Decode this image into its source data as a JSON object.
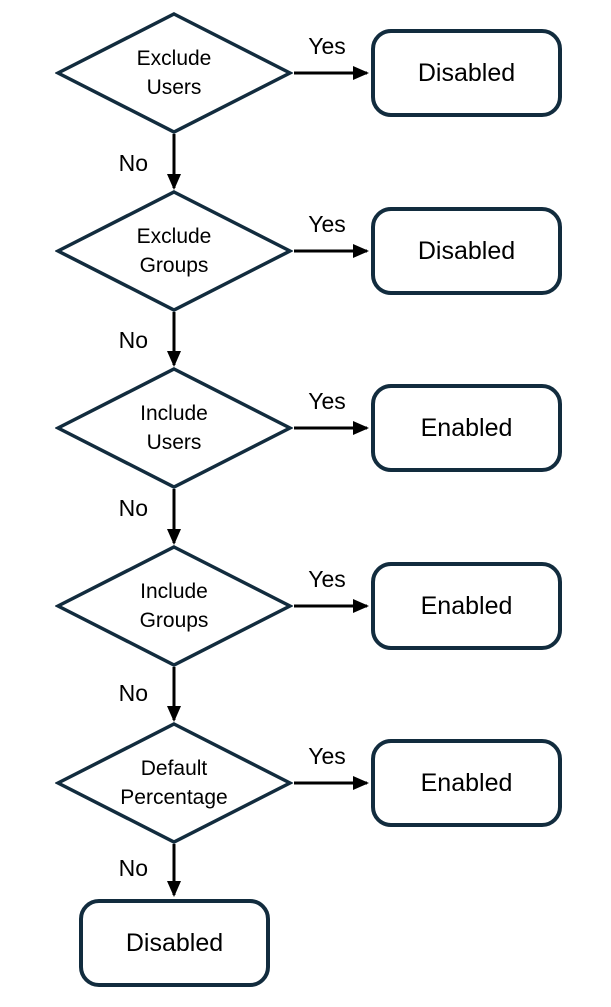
{
  "colors": {
    "shape_border": "#122c3e",
    "shape_fill": "#ffffff",
    "connector": "#000000",
    "text": "#000000"
  },
  "rows": [
    {
      "decision_line1": "Exclude",
      "decision_line2": "Users",
      "yes_label": "Yes",
      "no_label": "No",
      "result": "Disabled"
    },
    {
      "decision_line1": "Exclude",
      "decision_line2": "Groups",
      "yes_label": "Yes",
      "no_label": "No",
      "result": "Disabled"
    },
    {
      "decision_line1": "Include",
      "decision_line2": "Users",
      "yes_label": "Yes",
      "no_label": "No",
      "result": "Enabled"
    },
    {
      "decision_line1": "Include",
      "decision_line2": "Groups",
      "yes_label": "Yes",
      "no_label": "No",
      "result": "Enabled"
    },
    {
      "decision_line1": "Default",
      "decision_line2": "Percentage",
      "yes_label": "Yes",
      "no_label": "No",
      "result": "Enabled"
    }
  ],
  "final_result": "Disabled"
}
